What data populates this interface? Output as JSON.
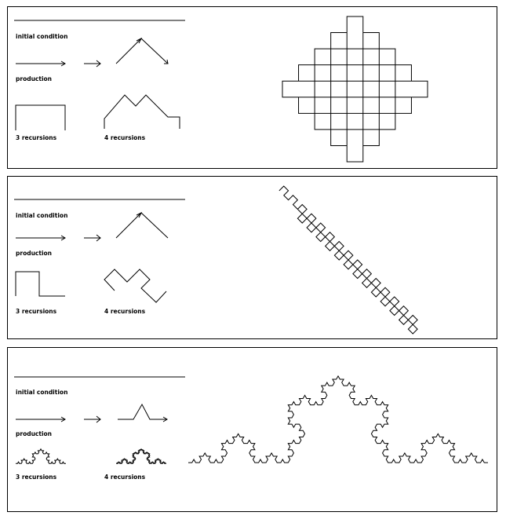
{
  "panels": [
    {
      "initial_label": "initial condition",
      "production_label": "production",
      "recursion_labels": [
        "3 recursions",
        "4 recursions"
      ],
      "rules": {
        "seg": "F",
        "angle": 90,
        "start_angle": 0,
        "axiom": "F",
        "production": "LFRFRFL",
        "small_depth": 3,
        "big_depth": 6
      },
      "caption_depths": [
        3,
        4
      ]
    },
    {
      "initial_label": "initial condition",
      "production_label": "production",
      "recursion_labels": [
        "3 recursions",
        "4 recursions"
      ],
      "rules": {
        "angle": 90,
        "production": "LFRFRFLFL",
        "small_depth": 3,
        "big_depth": 5
      },
      "caption_depths": [
        3,
        4
      ]
    },
    {
      "initial_label": "initial condition",
      "production_label": "production",
      "recursion_labels": [
        "3 recursions",
        "4 recursions"
      ],
      "rules": {
        "angle": 60,
        "production": "FLFRRFLF",
        "small_depth": 3,
        "big_depth": 5
      },
      "caption_depths": [
        3,
        4
      ]
    }
  ]
}
